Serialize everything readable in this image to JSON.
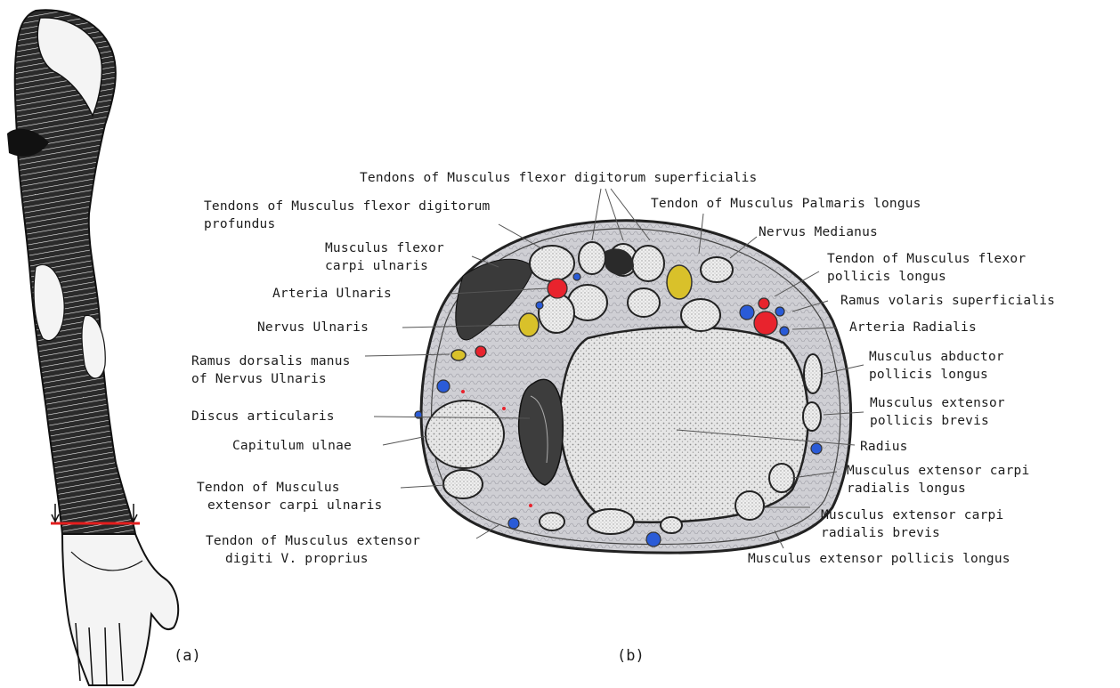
{
  "colors": {
    "artery": "#e8232d",
    "vein": "#2a5bd7",
    "nerve": "#d9c12a",
    "section_red": "#e41e1e",
    "bone": "#dcdcdc",
    "ink": "#1c1c1c"
  },
  "panel_a": {
    "caption": "(a)",
    "section_marker_color": "#e41e1e"
  },
  "panel_b": {
    "caption": "(b)",
    "labels": {
      "fds_tendons": "Tendons of Musculus flexor digitorum superficialis",
      "fdp_tendons_1": "Tendons of Musculus flexor digitorum",
      "fdp_tendons_2": "profundus",
      "palmaris_longus": "Tendon of Musculus Palmaris longus",
      "fcu_1": "Musculus flexor",
      "fcu_2": "carpi ulnaris",
      "nervus_medianus": "Nervus Medianus",
      "fpl_1": "Tendon of Musculus flexor",
      "fpl_2": "pollicis longus",
      "arteria_ulnaris": "Arteria Ulnaris",
      "ramus_volaris": "Ramus volaris superficialis",
      "nervus_ulnaris": "Nervus Ulnaris",
      "arteria_radialis": "Arteria Radialis",
      "ramus_dorsalis_1": "Ramus dorsalis manus",
      "ramus_dorsalis_2": "of Nervus Ulnaris",
      "apl_1": "Musculus abductor",
      "apl_2": "pollicis longus",
      "discus": "Discus articularis",
      "epb_1": "Musculus extensor",
      "epb_2": "pollicis brevis",
      "capitulum": "Capitulum ulnae",
      "radius": "Radius",
      "ecu_1": "Tendon of Musculus",
      "ecu_2": "extensor carpi ulnaris",
      "ecrl_1": "Musculus extensor carpi",
      "ecrl_2": "radialis longus",
      "ecrb_1": "Musculus extensor carpi",
      "ecrb_2": "radialis brevis",
      "edm_1": "Tendon of Musculus extensor",
      "edm_2": "digiti V. proprius",
      "epl": "Musculus extensor pollicis longus"
    }
  }
}
